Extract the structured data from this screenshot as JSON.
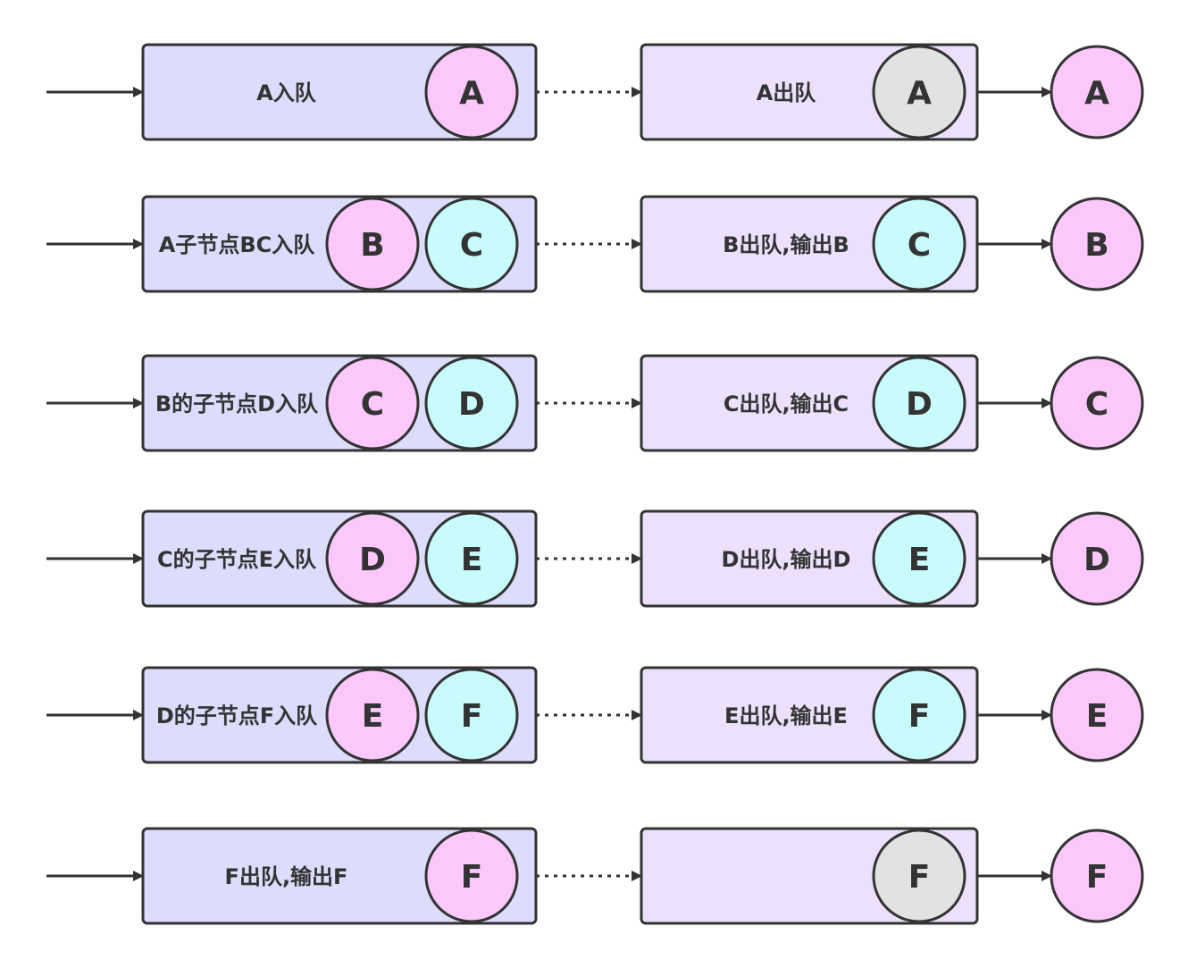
{
  "colors": {
    "left_box_fill": "#dcdcfc",
    "right_box_fill": "#ece0fc",
    "stroke": "#333333",
    "node_pink": "#fcc8fc",
    "node_cyan": "#c8fcfc",
    "node_gray": "#e2e2e2"
  },
  "rows": [
    {
      "left": {
        "label": "A入队",
        "nodes": [
          {
            "text": "A",
            "color": "pink"
          }
        ]
      },
      "right": {
        "label": "A出队",
        "node": {
          "text": "A",
          "color": "gray"
        }
      },
      "output": {
        "text": "A",
        "color": "pink"
      }
    },
    {
      "left": {
        "label": "A子节点BC入队",
        "nodes": [
          {
            "text": "C",
            "color": "cyan"
          },
          {
            "text": "B",
            "color": "pink"
          }
        ]
      },
      "right": {
        "label": "B出队,输出B",
        "node": {
          "text": "C",
          "color": "cyan"
        }
      },
      "output": {
        "text": "B",
        "color": "pink"
      }
    },
    {
      "left": {
        "label": "B的子节点D入队",
        "nodes": [
          {
            "text": "D",
            "color": "cyan"
          },
          {
            "text": "C",
            "color": "pink"
          }
        ]
      },
      "right": {
        "label": "C出队,输出C",
        "node": {
          "text": "D",
          "color": "cyan"
        }
      },
      "output": {
        "text": "C",
        "color": "pink"
      }
    },
    {
      "left": {
        "label": "C的子节点E入队",
        "nodes": [
          {
            "text": "E",
            "color": "cyan"
          },
          {
            "text": "D",
            "color": "pink"
          }
        ]
      },
      "right": {
        "label": "D出队,输出D",
        "node": {
          "text": "E",
          "color": "cyan"
        }
      },
      "output": {
        "text": "D",
        "color": "pink"
      }
    },
    {
      "left": {
        "label": "D的子节点F入队",
        "nodes": [
          {
            "text": "F",
            "color": "cyan"
          },
          {
            "text": "E",
            "color": "pink"
          }
        ]
      },
      "right": {
        "label": "E出队,输出E",
        "node": {
          "text": "F",
          "color": "cyan"
        }
      },
      "output": {
        "text": "E",
        "color": "pink"
      }
    },
    {
      "left": {
        "label": "F出队,输出F",
        "nodes": [
          {
            "text": "F",
            "color": "pink"
          }
        ]
      },
      "right": {
        "label": "",
        "node": {
          "text": "F",
          "color": "gray"
        }
      },
      "output": {
        "text": "F",
        "color": "pink"
      }
    }
  ]
}
